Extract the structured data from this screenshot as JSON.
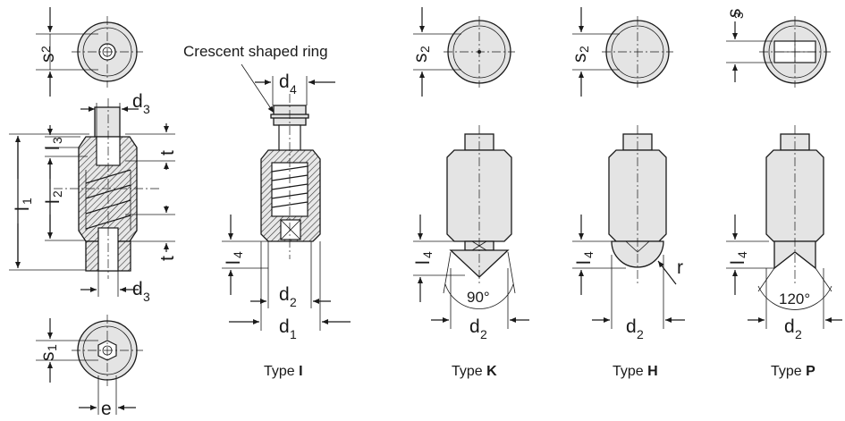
{
  "labels": {
    "crescent": "Crescent shaped ring",
    "s2": "s",
    "s2_sub": "2",
    "s1": "s",
    "s1_sub": "1",
    "s3": "s",
    "s3_sub": "3",
    "d1": "d",
    "d1_sub": "1",
    "d2": "d",
    "d2_sub": "2",
    "d3": "d",
    "d3_sub": "3",
    "d4": "d",
    "d4_sub": "4",
    "l1": "l",
    "l1_sub": "1",
    "l2": "l",
    "l2_sub": "2",
    "l3": "l",
    "l3_sub": "3",
    "l4": "l",
    "l4_sub": "4",
    "t": "t",
    "e": "e",
    "r": "r",
    "angle90": "90°",
    "angle120": "120°"
  },
  "types": [
    {
      "prefix": "Type ",
      "code": "I"
    },
    {
      "prefix": "Type ",
      "code": "K"
    },
    {
      "prefix": "Type ",
      "code": "H"
    },
    {
      "prefix": "Type ",
      "code": "P"
    }
  ]
}
